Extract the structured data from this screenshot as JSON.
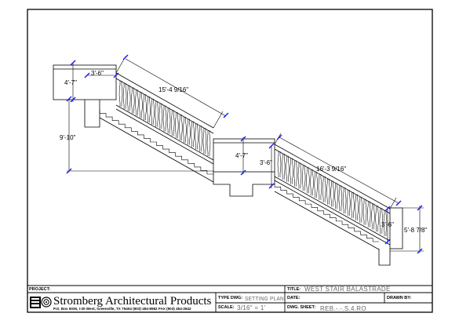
{
  "dimensions": {
    "left_post_height": "4'-7\"",
    "left_post_width": "3'-6\"",
    "left_total_height": "9'-10\"",
    "upper_run_length": "15'-4 9/16\"",
    "mid_post_height": "4'-7\"",
    "mid_post_width": "3'-6\"",
    "lower_run_length": "16'-3 9/16\"",
    "right_post_width": "3'-6\"",
    "right_total_height": "5'-8 7/8\""
  },
  "title_block": {
    "project_label": "PROJECT:",
    "title_label": "TITLE:",
    "title_value": "WEST STAIR BALASTRADE",
    "company_name": "Stromberg Architectural Products",
    "company_address": "P.O. Box 6036, I-30 West, Greenville, TX 75404   (903) 454-8682   FAX (903) 454-3642",
    "type_dwg_label": "TYPE DWG:",
    "type_dwg_value": "SETTING PLAN",
    "date_label": "DATE:",
    "drawn_by_label": "DRAWN BY:",
    "scale_label": "SCALE:",
    "scale_value": "3/16\" = 1'",
    "dwg_sheet_label": "DWG. SHEET:",
    "dwg_sheet_value": "REB.-.-.S.4.RO"
  }
}
